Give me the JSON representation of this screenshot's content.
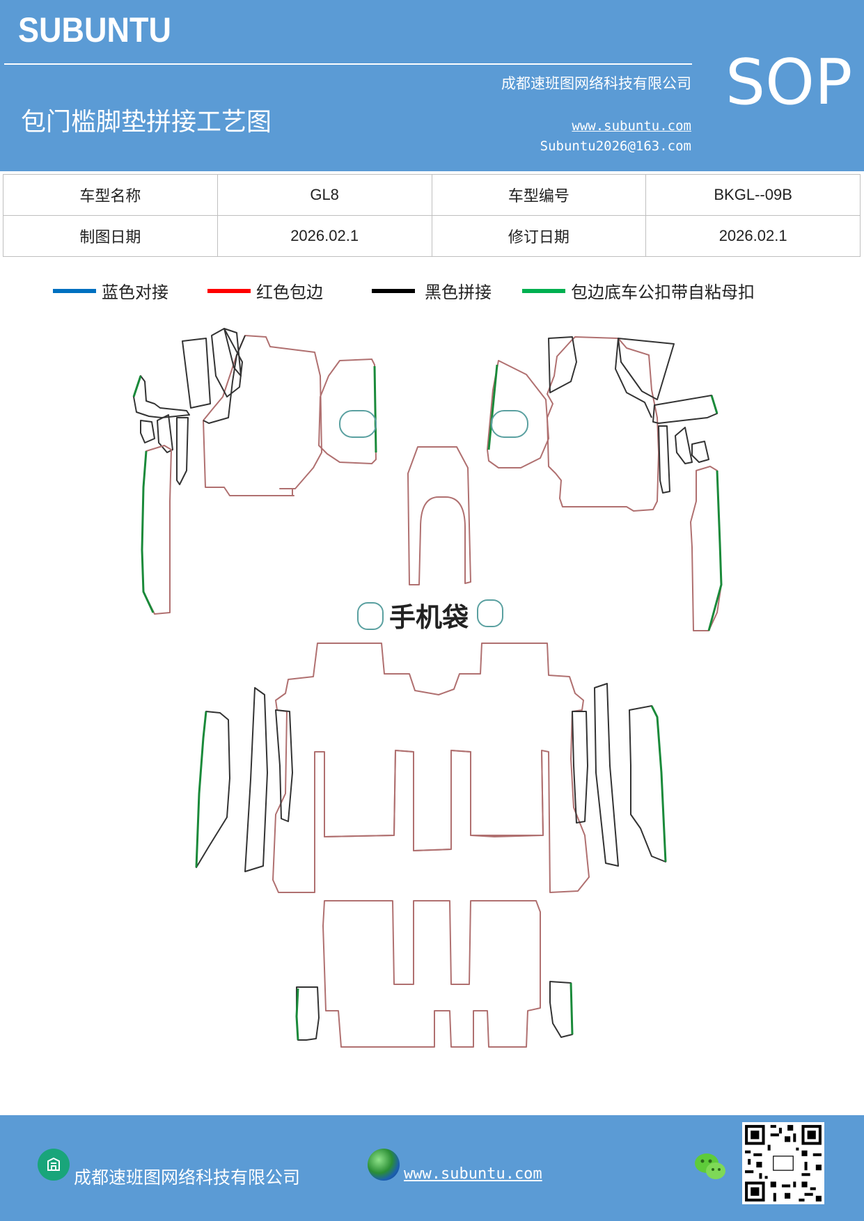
{
  "header": {
    "brand": "SUBUNTU",
    "company": "成都速班图网络科技有限公司",
    "title": "包门槛脚垫拼接工艺图",
    "website": "www.subuntu.com",
    "email": "Subuntu2026@163.com",
    "badge": "SOP"
  },
  "info": {
    "model_name_label": "车型名称",
    "model_name_value": "GL8",
    "model_code_label": "车型编号",
    "model_code_value": "BKGL--09B",
    "draw_date_label": "制图日期",
    "draw_date_value": "2026.02.1",
    "revise_date_label": "修订日期",
    "revise_date_value": "2026.02.1"
  },
  "legend": [
    {
      "label": "蓝色对接",
      "color": "#0070c0"
    },
    {
      "label": "红色包边",
      "color": "#ff0000"
    },
    {
      "label": "黑色拼接",
      "color": "#000000"
    },
    {
      "label": "包边底车公扣带自粘母扣",
      "color": "#00b050"
    }
  ],
  "diagram": {
    "phone_bag_label": "手机袋",
    "colors": {
      "outline": "#b07070",
      "splice": "#333333",
      "velcro": "#1a8a3a",
      "butt": "#5aa0a0"
    }
  },
  "footer": {
    "company": "成都速班图网络科技有限公司",
    "website": "www.subuntu.com",
    "icons": [
      "building-icon",
      "globe-icon",
      "wechat-icon",
      "qr-code"
    ]
  }
}
